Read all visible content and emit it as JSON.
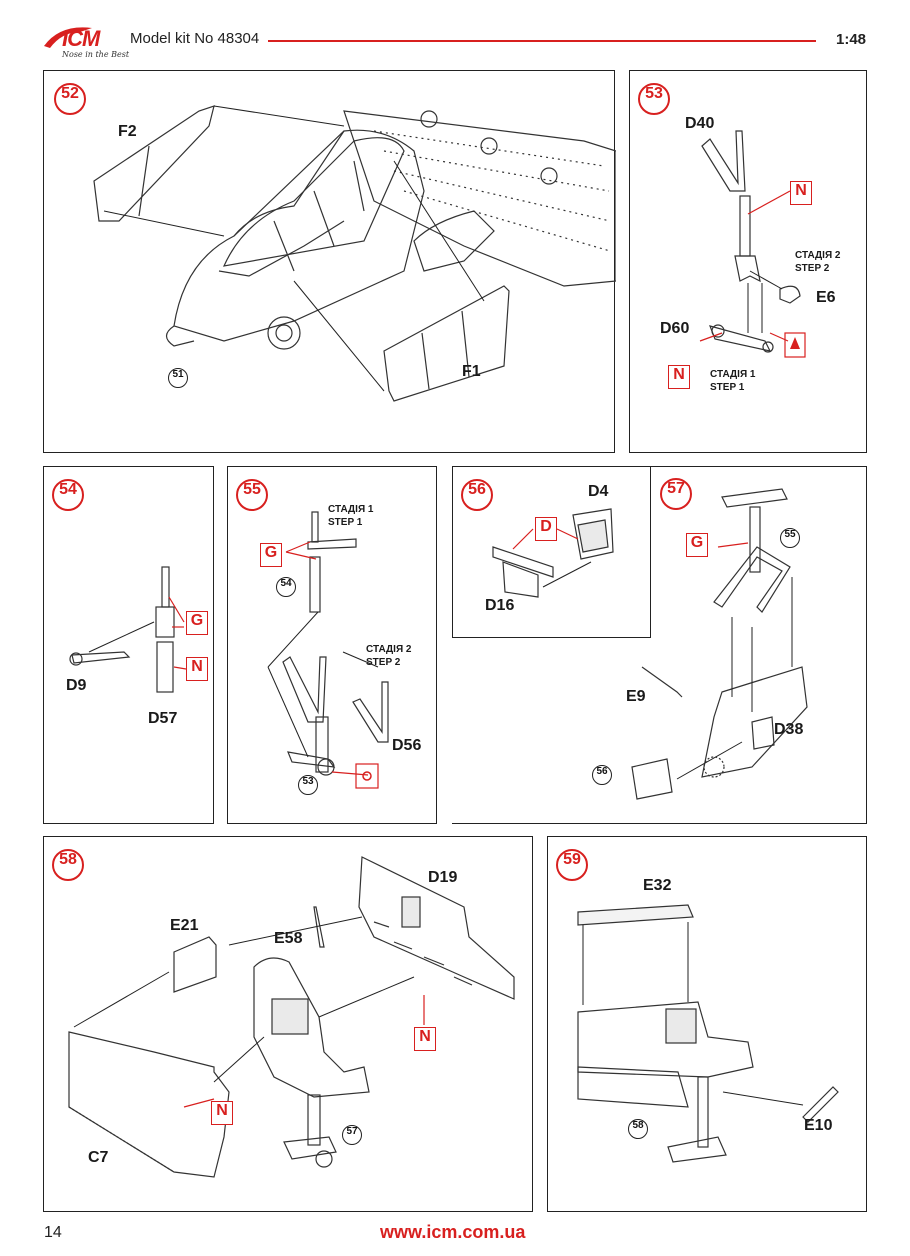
{
  "header": {
    "logo_text": "ICM",
    "logo_tagline": "Nose in the Best",
    "kit_number": "Model kit No 48304",
    "scale": "1:48"
  },
  "colors": {
    "accent": "#d8201f",
    "ink": "#222222"
  },
  "panels": {
    "p52": {
      "step": "52",
      "labels": {
        "f2": "F2",
        "f1": "F1"
      },
      "refs": {
        "r51": "51"
      }
    },
    "p53": {
      "step": "53",
      "labels": {
        "d40": "D40",
        "e6": "E6",
        "d60": "D60"
      },
      "stage2": [
        "СТАДІЯ 2",
        "STEP 2"
      ],
      "stage1": [
        "СТАДІЯ 1",
        "STEP 1"
      ],
      "markers": {
        "n1": "N",
        "n2": "N"
      }
    },
    "p54": {
      "step": "54",
      "labels": {
        "d9": "D9",
        "d57": "D57"
      },
      "markers": {
        "g": "G",
        "n": "N"
      }
    },
    "p55": {
      "step": "55",
      "labels": {
        "d56": "D56"
      },
      "stage1": [
        "СТАДІЯ 1",
        "STEP 1"
      ],
      "stage2": [
        "СТАДІЯ 2",
        "STEP 2"
      ],
      "markers": {
        "g": "G"
      },
      "refs": {
        "r54": "54",
        "r53": "53"
      }
    },
    "p56": {
      "step": "56",
      "labels": {
        "d4": "D4",
        "d16": "D16"
      },
      "markers": {
        "d": "D"
      }
    },
    "p57": {
      "step": "57",
      "labels": {
        "e9": "E9",
        "d38": "D38"
      },
      "markers": {
        "g": "G"
      },
      "refs": {
        "r55": "55",
        "r56": "56"
      }
    },
    "p58": {
      "step": "58",
      "labels": {
        "d19": "D19",
        "e21": "E21",
        "e58": "E58",
        "c7": "C7"
      },
      "markers": {
        "n1": "N",
        "n2": "N"
      },
      "refs": {
        "r57": "57"
      }
    },
    "p59": {
      "step": "59",
      "labels": {
        "e32": "E32",
        "e10": "E10"
      },
      "refs": {
        "r58": "58"
      }
    }
  },
  "footer": {
    "page_number": "14",
    "url": "www.icm.com.ua"
  }
}
